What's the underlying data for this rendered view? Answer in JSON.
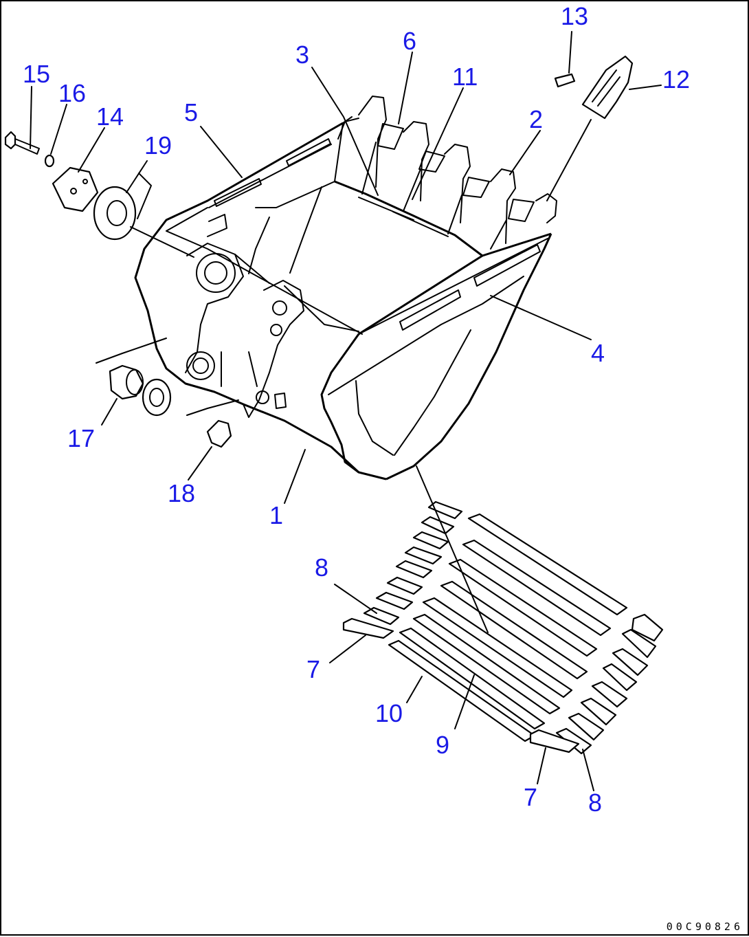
{
  "callouts": {
    "c1": "1",
    "c2": "2",
    "c3": "3",
    "c4": "4",
    "c5": "5",
    "c6": "6",
    "c7a": "7",
    "c7b": "7",
    "c8a": "8",
    "c8b": "8",
    "c9": "9",
    "c10": "10",
    "c11": "11",
    "c12": "12",
    "c13": "13",
    "c14": "14",
    "c15": "15",
    "c16": "16",
    "c17": "17",
    "c18": "18",
    "c19": "19"
  },
  "drawing_code": "00C90826",
  "colors": {
    "callout": "#1a1ae6",
    "line": "#000000",
    "background": "#ffffff"
  }
}
